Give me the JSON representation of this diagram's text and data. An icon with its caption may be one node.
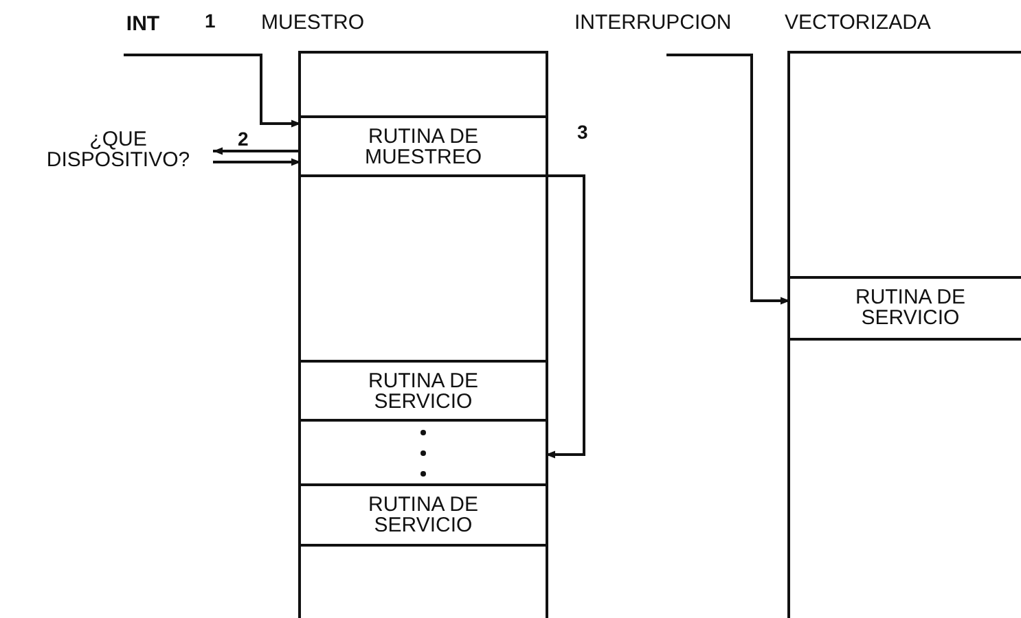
{
  "diagram": {
    "nodes": [
      {
        "text": [
          "INT"
        ]
      },
      {
        "text": [
          "¿QUE DISPOSITIVO?"
        ]
      },
      {
        "text": [],
        "shape": "box"
      },
      {
        "text": [
          "RUTINA DE MUESTREO"
        ],
        "in": 2
      },
      {
        "text": [
          "RUTINA DE SERVICIO"
        ],
        "in": 2
      },
      {
        "text": [],
        "shape": "box",
        "in": 2
      },
      {
        "text": [
          "RUTINA DE SERVICIO"
        ],
        "in": 2
      },
      {
        "text": [],
        "shape": "box"
      },
      {
        "text": [
          "RUTINA DE SERVICIO"
        ],
        "in": 7
      }
    ],
    "edges": [
      {
        "from": 0,
        "to": 3,
        "arrow": "to",
        "label": "1"
      },
      {
        "from": 3,
        "to": 1,
        "arrow": "to",
        "label": "2"
      },
      {
        "from": 1,
        "to": 3,
        "arrow": "to"
      },
      {
        "from": 3,
        "to": 5,
        "arrow": "to",
        "label": "3"
      },
      {
        "from": null,
        "to": 8,
        "arrow": "to"
      }
    ],
    "labels": [
      "MUESTRO",
      "INTERRUPCION",
      "VECTORIZADA"
    ]
  }
}
